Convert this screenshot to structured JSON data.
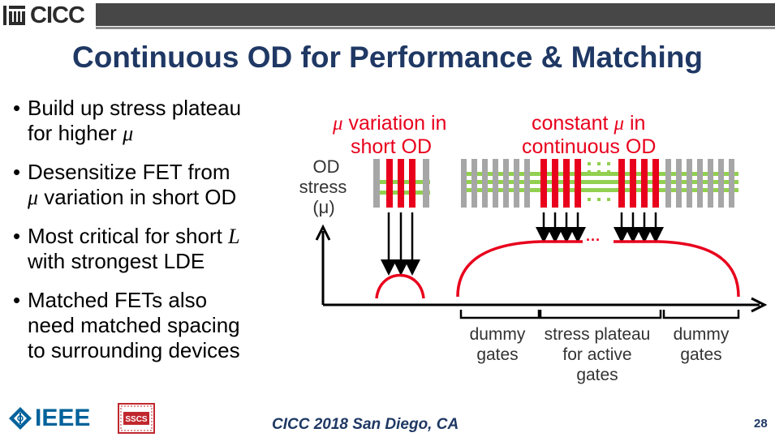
{
  "header": {
    "logo_text": "CICC"
  },
  "title": "Continuous OD for Performance & Matching",
  "bullets": [
    {
      "lines": [
        "Build up stress plateau",
        "for higher "
      ],
      "mu_after_line": 1
    },
    {
      "lines": [
        "Desensitize FET from",
        " variation in short OD"
      ],
      "mu_before_line": 1
    },
    {
      "lines": [
        "Most critical for short ",
        "with strongest LDE"
      ],
      "italic_after_line0": "L"
    },
    {
      "lines": [
        "Matched FETs also",
        "need matched spacing",
        "to surrounding devices"
      ]
    }
  ],
  "bullet_text": {
    "b1_l1": "Build up stress plateau",
    "b1_l2": "for higher ",
    "mu_symbol": "μ",
    "b2_l1": "Desensitize FET from",
    "b2_l2": " variation in short OD",
    "b3_l1": "Most critical for short ",
    "b3_italic": "L",
    "b3_l2": "with strongest LDE",
    "b4_l1": "Matched FETs also",
    "b4_l2": "need matched spacing",
    "b4_l3": "to surrounding devices"
  },
  "diagram": {
    "red_label_left_l1_rest": " variation in",
    "red_label_left_l2": "short OD",
    "red_label_right_l1_pre": "constant ",
    "red_label_right_l1_post": " in",
    "red_label_right_l2": "continuous OD",
    "y_axis_l1": "OD",
    "y_axis_l2": "stress",
    "y_axis_l3": "(μ)",
    "ellipsis": "···",
    "bracket_labels": {
      "left_l1": "dummy",
      "left_l2": "gates",
      "mid_l1": "stress plateau",
      "mid_l2": "for active",
      "mid_l3": "gates",
      "right_l1": "dummy",
      "right_l2": "gates"
    },
    "colors": {
      "red": "#e8001c",
      "gray_gate": "#a6a6a6",
      "green_od": "#92d050",
      "axis": "#000000"
    }
  },
  "footer": {
    "ieee_text": "IEEE",
    "sscs_text": "SSCS",
    "event": "CICC 2018 San Diego, CA",
    "page_number": "28"
  }
}
